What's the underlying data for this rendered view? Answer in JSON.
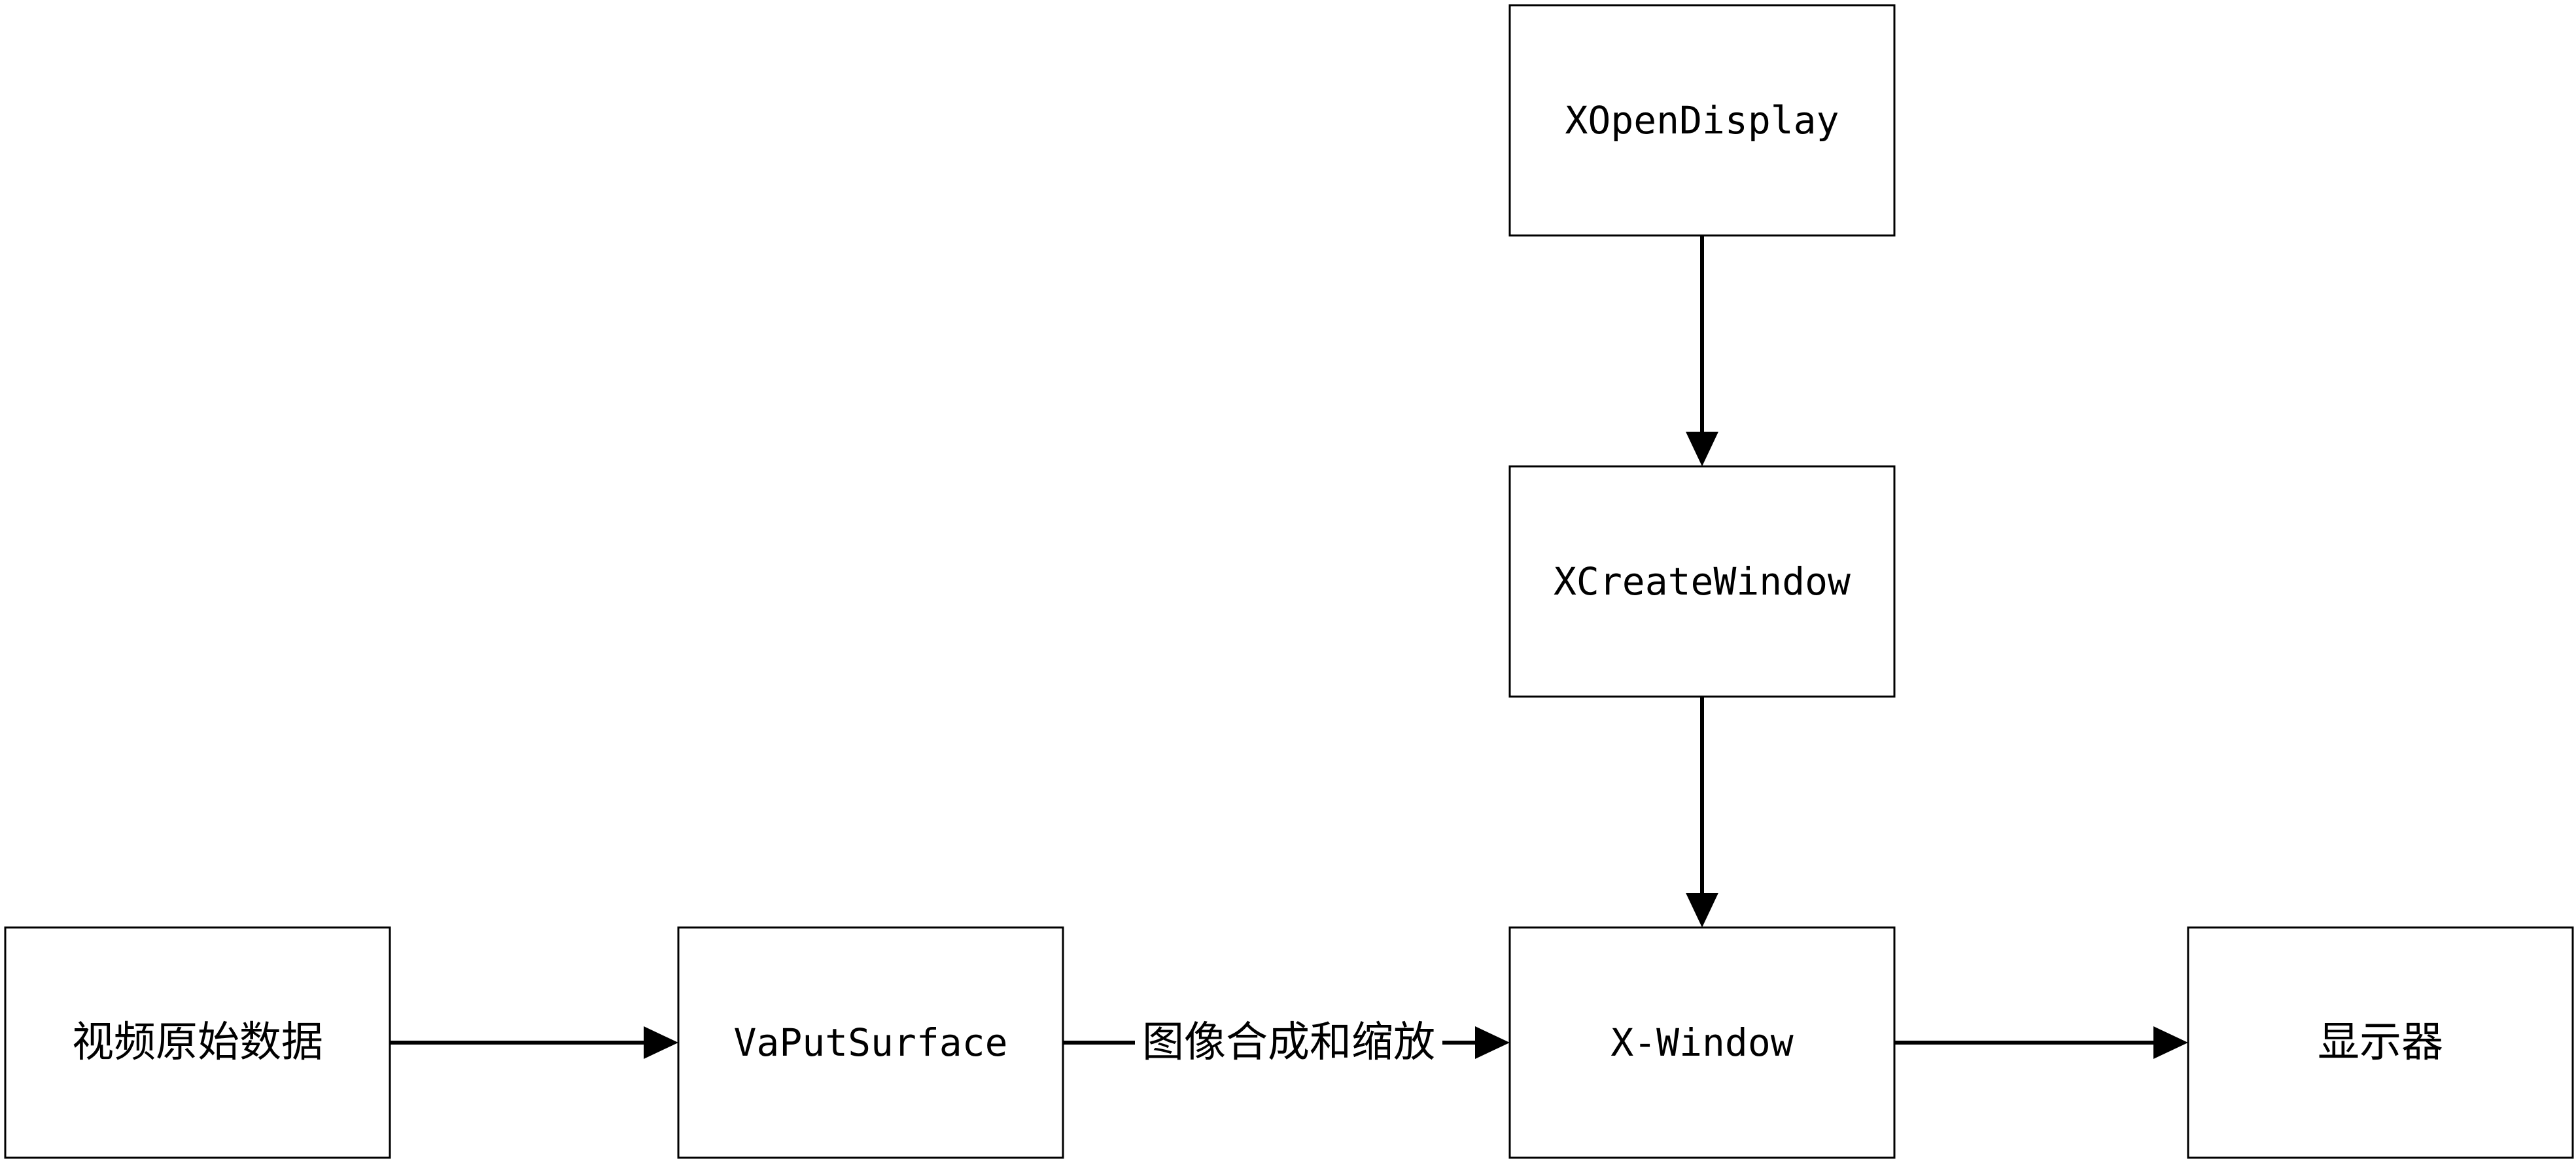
{
  "nodes": {
    "raw_video": {
      "label": "视频原始数据"
    },
    "va_put_surface": {
      "label": "VaPutSurface"
    },
    "x_window": {
      "label": "X-Window"
    },
    "display": {
      "label": "显示器"
    },
    "x_open_display": {
      "label": "XOpenDisplay"
    },
    "x_create_window": {
      "label": "XCreateWindow"
    }
  },
  "edges": {
    "raw_to_va": {
      "label": ""
    },
    "va_to_xwindow": {
      "label": "图像合成和缩放"
    },
    "xwindow_to_display": {
      "label": ""
    },
    "open_to_create": {
      "label": ""
    },
    "create_to_xwindow": {
      "label": ""
    }
  },
  "colors": {
    "stroke": "#000000",
    "background": "#ffffff"
  }
}
